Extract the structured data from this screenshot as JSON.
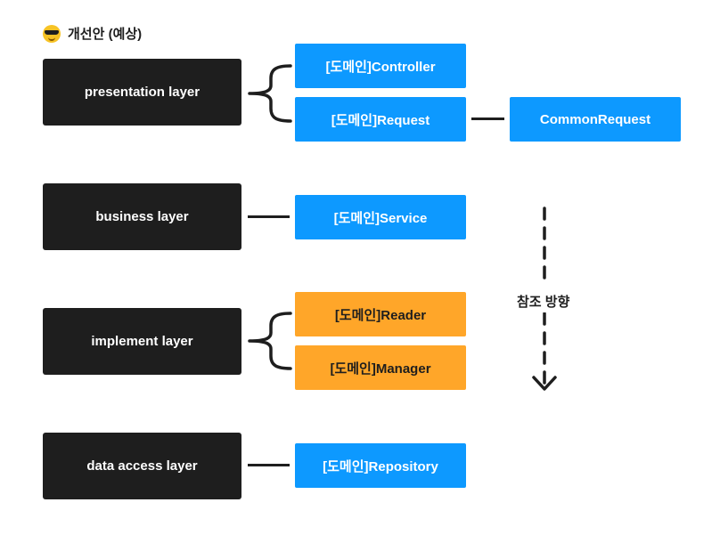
{
  "header": {
    "emoji": "sunglasses-emoji",
    "title": "개선안 (예상)"
  },
  "layers": [
    {
      "label": "presentation layer"
    },
    {
      "label": "business layer"
    },
    {
      "label": "implement layer"
    },
    {
      "label": "data access layer"
    }
  ],
  "components": {
    "controller": "[도메인]Controller",
    "request": "[도메인]Request",
    "common_request": "CommonRequest",
    "service": "[도메인]Service",
    "reader": "[도메인]Reader",
    "manager": "[도메인]Manager",
    "repository": "[도메인]Repository"
  },
  "reference_arrow": {
    "label": "참조 방향"
  },
  "colors": {
    "layer": "#1e1e1e",
    "blue": "#0d99ff",
    "orange": "#ffa629",
    "line": "#1e1e1e"
  }
}
